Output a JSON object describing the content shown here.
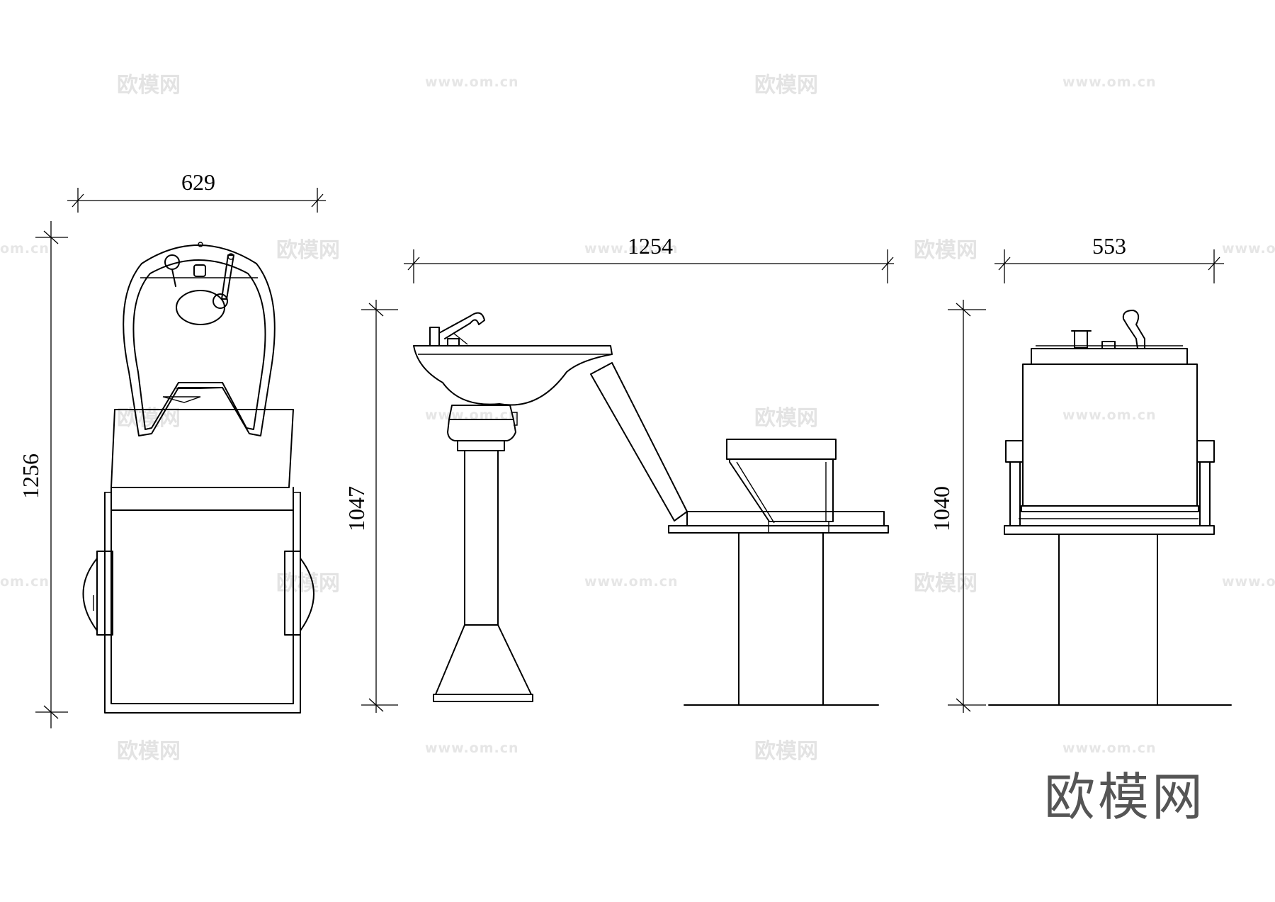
{
  "dimensions": {
    "top_width": "629",
    "top_height": "1256",
    "side_width": "1254",
    "side_height": "1047",
    "front_width": "553",
    "front_height": "1040"
  },
  "watermark": {
    "brand": "欧模网",
    "url": "www.om.cn",
    "url_partial": "om.cn"
  },
  "logo": "欧模网"
}
